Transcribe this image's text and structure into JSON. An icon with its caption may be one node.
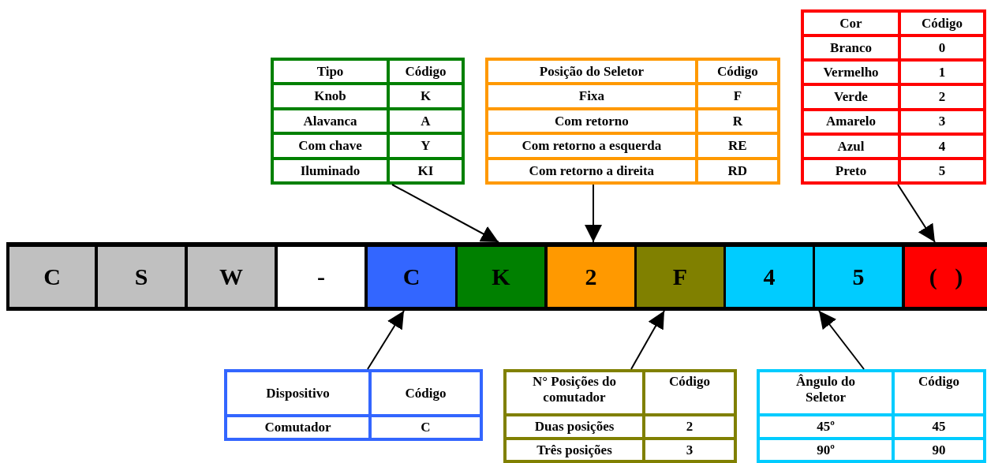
{
  "diagram": {
    "nodes": [
      {
        "text": [
          "Tipo",
          "Código",
          "Knob",
          "K",
          "Alavanca",
          "A",
          "Com chave",
          "Y",
          "Iluminado",
          "KI"
        ]
      },
      {
        "text": [
          "Posição do Seletor",
          "Código",
          "Fixa",
          "F",
          "Com retorno",
          "R",
          "Com retorno a esquerda",
          "RE",
          "Com retorno a direita",
          "RD"
        ]
      },
      {
        "text": [
          "Cor",
          "Código",
          "Branco",
          "0",
          "Vermelho",
          "1",
          "Verde",
          "2",
          "Amarelo",
          "3",
          "Azul",
          "4",
          "Preto",
          "5"
        ]
      },
      {
        "text": [
          "C"
        ]
      },
      {
        "text": [
          "S"
        ]
      },
      {
        "text": [
          "W"
        ]
      },
      {
        "text": [
          "-"
        ]
      },
      {
        "text": [
          "C"
        ]
      },
      {
        "text": [
          "K"
        ]
      },
      {
        "text": [
          "2"
        ]
      },
      {
        "text": [
          "F"
        ]
      },
      {
        "text": [
          "4"
        ]
      },
      {
        "text": [
          "5"
        ]
      },
      {
        "text": [
          "(   )"
        ]
      },
      {
        "text": [
          "Dispositivo",
          "Código",
          "Comutador",
          "C"
        ]
      },
      {
        "text": [
          "N° Posições do comutador",
          "Código",
          "Duas posições",
          "2",
          "Três posições",
          "3"
        ]
      },
      {
        "text": [
          "Ângulo do Seletor",
          "Código",
          "45º",
          "45",
          "90º",
          "90"
        ]
      }
    ],
    "edges": [
      {
        "from": 0,
        "to": 8,
        "arrow": "to"
      },
      {
        "from": 1,
        "to": 9,
        "arrow": "to"
      },
      {
        "from": 2,
        "to": 13,
        "arrow": "to"
      },
      {
        "from": 14,
        "to": 7,
        "arrow": "to"
      },
      {
        "from": 15,
        "to": 10,
        "arrow": "to"
      },
      {
        "from": 16,
        "to": 12,
        "arrow": "to"
      }
    ]
  }
}
